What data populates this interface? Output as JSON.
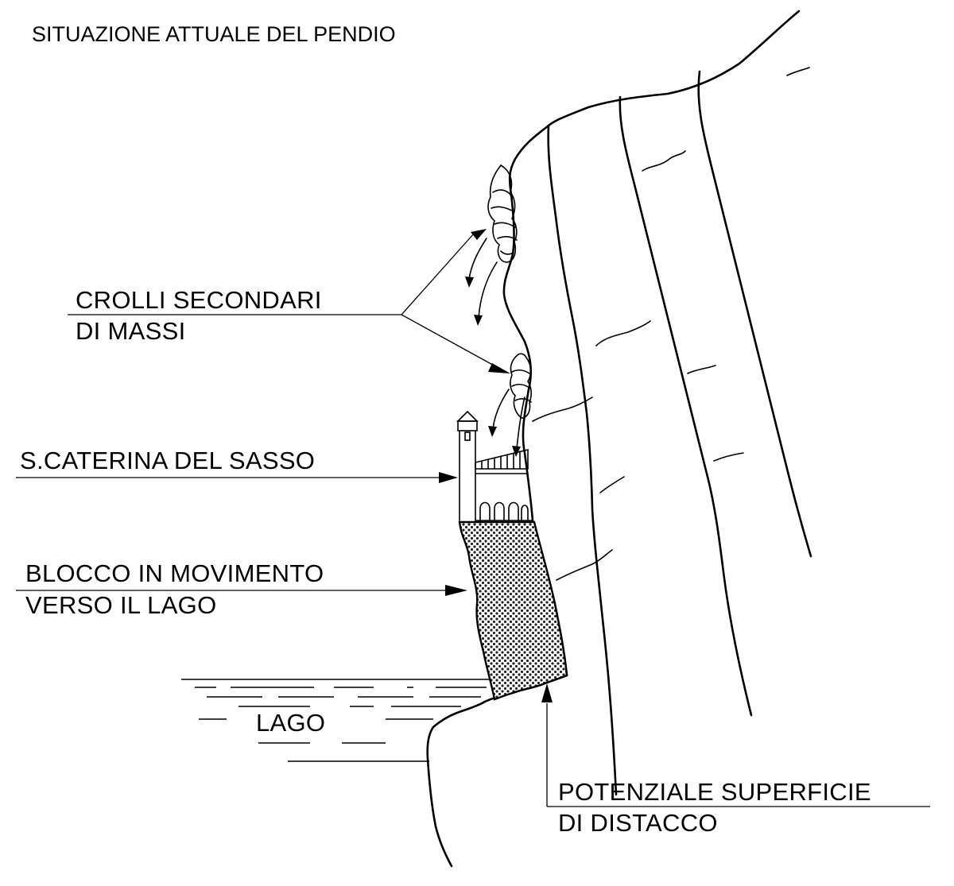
{
  "title": "SITUAZIONE ATTUALE DEL PENDIO",
  "labels": {
    "crolli_line1": "CROLLI SECONDARI",
    "crolli_line2": "DI MASSI",
    "caterina": "S.CATERINA DEL SASSO",
    "blocco_line1": "BLOCCO IN MOVIMENTO",
    "blocco_line2": "VERSO IL LAGO",
    "lago": "LAGO",
    "superficie_line1": "POTENZIALE SUPERFICIE",
    "superficie_line2": "DI DISTACCO"
  },
  "colors": {
    "ink": "#000000",
    "background": "#ffffff",
    "block_fill": "#8a8a8a"
  }
}
